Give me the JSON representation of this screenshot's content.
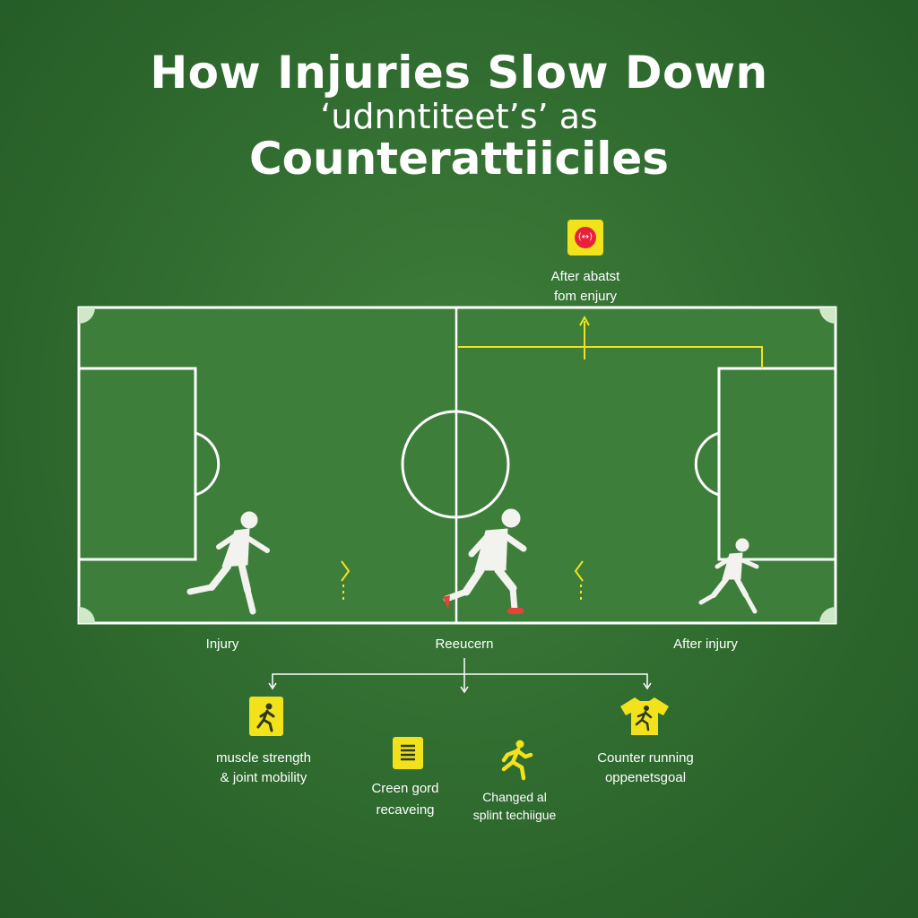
{
  "title": {
    "line1": "How Injuries Slow Down",
    "line2": "‘udnntiteet’s’ as",
    "line3": "Counterattiiciles"
  },
  "top_note": {
    "icon": "whistle-badge-icon",
    "line1": "After abatst",
    "line2": "fom enjury"
  },
  "phases": {
    "injury": "Injury",
    "recovery": "Reeucern",
    "after": "After injury"
  },
  "factors": [
    {
      "icon": "running-person-icon",
      "line1": "muscle strength",
      "line2": "& joint mobility"
    },
    {
      "icon": "document-lines-icon",
      "line1": "Creen gord",
      "line2": "recaveing"
    },
    {
      "icon": "sprinter-icon",
      "line1": "Changed al",
      "line2": "splint techiigue"
    },
    {
      "icon": "shirt-runner-icon",
      "line1": "Counter running",
      "line2": "oppenetsgoal"
    }
  ],
  "colors": {
    "background": "#2f6a2e",
    "pitch": "#3d7d3a",
    "lines": "#ffffff",
    "accent": "#f2e21c",
    "badge_red": "#e8203a"
  }
}
